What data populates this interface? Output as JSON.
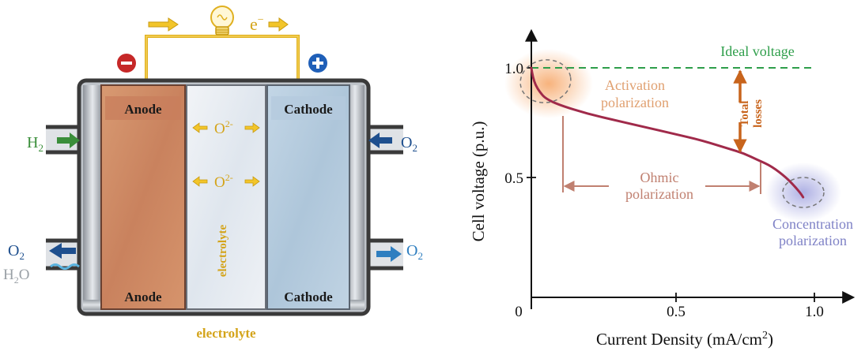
{
  "cell": {
    "anode_top": "Anode",
    "anode_bottom": "Anode",
    "cathode_top": "Cathode",
    "cathode_bottom": "Cathode",
    "electrolyte_vertical": "electrolyte",
    "electrolyte_bottom": "electrolyte",
    "ion": "O",
    "ion_charge": "2-",
    "electron": "e",
    "electron_charge": "−",
    "minus_sign": "−",
    "plus_sign": "+",
    "h2": "H",
    "o2": "O",
    "h2o_h": "H",
    "h2o_o": "O",
    "sub2": "2"
  },
  "chart": {
    "ylabel": "Cell voltage (p.u.)",
    "xlabel_main": "Current Density (mA/cm",
    "xlabel_sup": "2",
    "xlabel_close": ")",
    "yticks": [
      "1.0",
      "0.5"
    ],
    "xticks": [
      "0",
      "0.5",
      "1.0"
    ],
    "ideal_label": "Ideal voltage",
    "activation_1": "Activation",
    "activation_2": "polarization",
    "ohmic_1": "Ohmic",
    "ohmic_2": "polarization",
    "concentration_1": "Concentration",
    "concentration_2": "polarization",
    "losses_1": "Total",
    "losses_2": "losses"
  },
  "colors": {
    "anode": "#d4906a",
    "cathode": "#b9cfe0",
    "electrolyte": "#dfe6ee",
    "wire": "#e8b81a",
    "curve": "#a02a4a",
    "ideal": "#2e9e4a",
    "annotation": "#c08070",
    "h2_arrow": "#3a8e3a",
    "o2_arrow": "#1e4f8e",
    "o2_out_arrow": "#2e7ec0"
  },
  "chart_data": {
    "type": "line",
    "xlabel": "Current Density (mA/cm2)",
    "ylabel": "Cell voltage (p.u.)",
    "xlim": [
      0,
      1.1
    ],
    "ylim": [
      0,
      1.1
    ],
    "xticks": [
      0,
      0.5,
      1.0
    ],
    "yticks": [
      0.5,
      1.0
    ],
    "grid": false,
    "series": [
      {
        "x": [
          0.0,
          0.005,
          0.015,
          0.03,
          0.05,
          0.1,
          0.2,
          0.3,
          0.4,
          0.5,
          0.6,
          0.7,
          0.75,
          0.8,
          0.85,
          0.9,
          0.93,
          0.95,
          0.96
        ],
        "y": [
          1.0,
          0.96,
          0.92,
          0.89,
          0.86,
          0.83,
          0.79,
          0.76,
          0.73,
          0.7,
          0.67,
          0.63,
          0.61,
          0.58,
          0.55,
          0.5,
          0.46,
          0.43,
          0.41
        ]
      },
      {
        "name": "Ideal voltage",
        "x": [
          0,
          1.0
        ],
        "y": [
          1.0,
          1.0
        ]
      }
    ]
  }
}
